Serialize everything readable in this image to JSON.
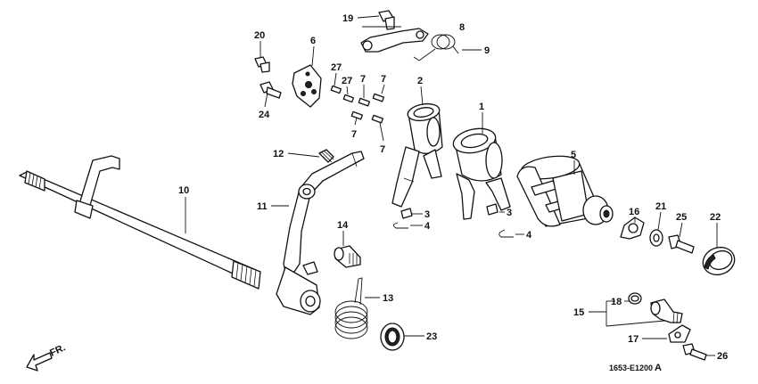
{
  "labels": {
    "l1": "1",
    "l2": "2",
    "l3a": "3",
    "l3b": "3",
    "l4a": "4",
    "l4b": "4",
    "l5": "5",
    "l6": "6",
    "l7a": "7",
    "l7b": "7",
    "l7c": "7",
    "l7d": "7",
    "l8": "8",
    "l9": "9",
    "l10": "10",
    "l11": "11",
    "l12": "12",
    "l13": "13",
    "l14": "14",
    "l15": "15",
    "l16": "16",
    "l17": "17",
    "l18": "18",
    "l19": "19",
    "l20": "20",
    "l21": "21",
    "l22": "22",
    "l23": "23",
    "l24": "24",
    "l25": "25",
    "l26": "26",
    "l27a": "27",
    "l27b": "27"
  },
  "direction_label": "FR.",
  "diagram_code": "1653-E1200",
  "diagram_code_suffix": "A"
}
